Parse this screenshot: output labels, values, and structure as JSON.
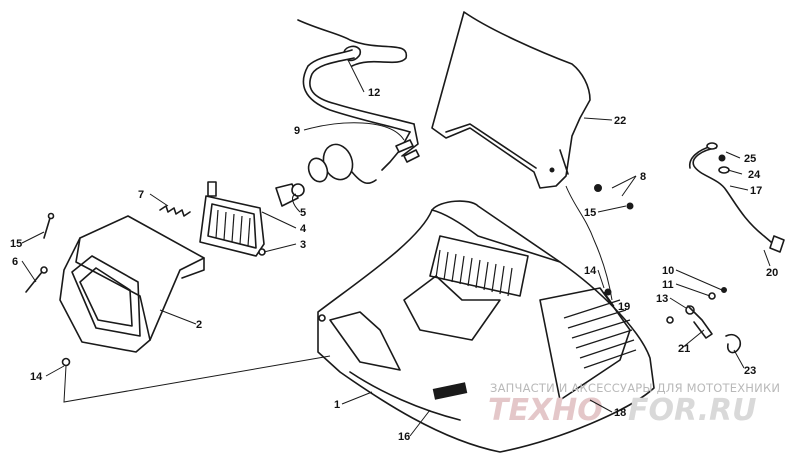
{
  "callouts": {
    "c1": "1",
    "c2": "2",
    "c3": "3",
    "c4": "4",
    "c5": "5",
    "c6": "6",
    "c7": "7",
    "c8": "8",
    "c9": "9",
    "c10": "10",
    "c11": "11",
    "c12": "12",
    "c13": "13",
    "c14a": "14",
    "c14b": "14",
    "c15a": "15",
    "c15b": "15",
    "c16": "16",
    "c17": "17",
    "c18": "18",
    "c19": "19",
    "c20": "20",
    "c21": "21",
    "c22": "22",
    "c23": "23",
    "c24": "24",
    "c25": "25"
  },
  "watermark": {
    "tagline": "ЗАПЧАСТИ И АКСЕССУАРЫ ДЛЯ МОТОТЕХНИКИ",
    "brand_left": "ТЕХНО",
    "brand_right": "FOR.RU"
  },
  "colors": {
    "line": "#1a1a1a",
    "watermark_red": "#e4c7c9",
    "watermark_gray": "#b9b9b9"
  }
}
